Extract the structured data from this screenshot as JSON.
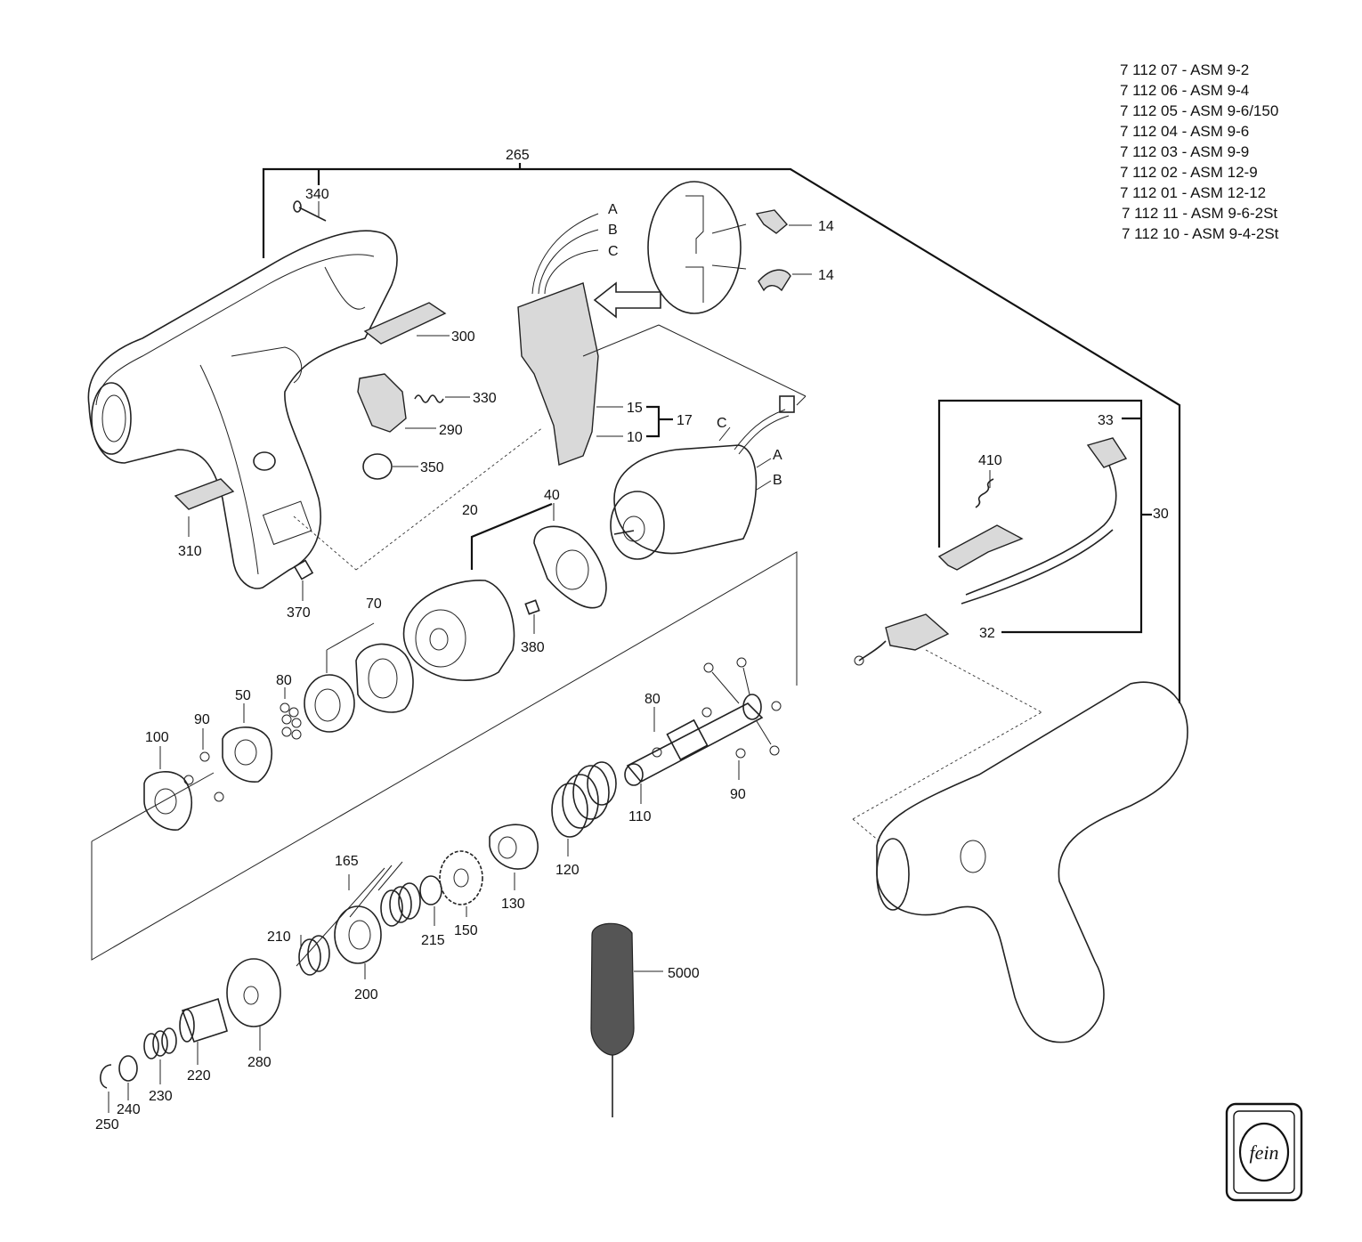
{
  "models": [
    "7 112 07 - ASM 9-2",
    "7 112 06 - ASM 9-4",
    "7 112 05 - ASM 9-6/150",
    "7 112 04 - ASM 9-6",
    "7 112 03 - ASM 9-9",
    "7 112 02 - ASM 12-9",
    "7 112 01 - ASM 12-12",
    "7 112 11 - ASM 9-6-2St",
    "7 112 10 - ASM 9-4-2St"
  ],
  "callouts": {
    "p265": "265",
    "p340": "340",
    "p300": "300",
    "p330": "330",
    "p290": "290",
    "p350": "350",
    "p310": "310",
    "p370": "370",
    "pA1": "A",
    "pB1": "B",
    "pC1": "C",
    "p14a": "14",
    "p14b": "14",
    "p15": "15",
    "p10a": "10",
    "p17": "17",
    "pC2": "C",
    "pA2": "A",
    "pB2": "B",
    "p40": "40",
    "p20": "20",
    "p70": "70",
    "p380": "380",
    "p80a": "80",
    "p50": "50",
    "p90a": "90",
    "p100": "100",
    "p80b": "80",
    "p90b": "90",
    "p110": "110",
    "p120": "120",
    "p130": "130",
    "p150": "150",
    "p165": "165",
    "p215": "215",
    "p210": "210",
    "p200": "200",
    "p280": "280",
    "p220": "220",
    "p230": "230",
    "p240": "240",
    "p250": "250",
    "p5000": "5000",
    "p410": "410",
    "p33": "33",
    "p30": "30",
    "p32": "32"
  },
  "logo": {
    "text": "fein"
  }
}
